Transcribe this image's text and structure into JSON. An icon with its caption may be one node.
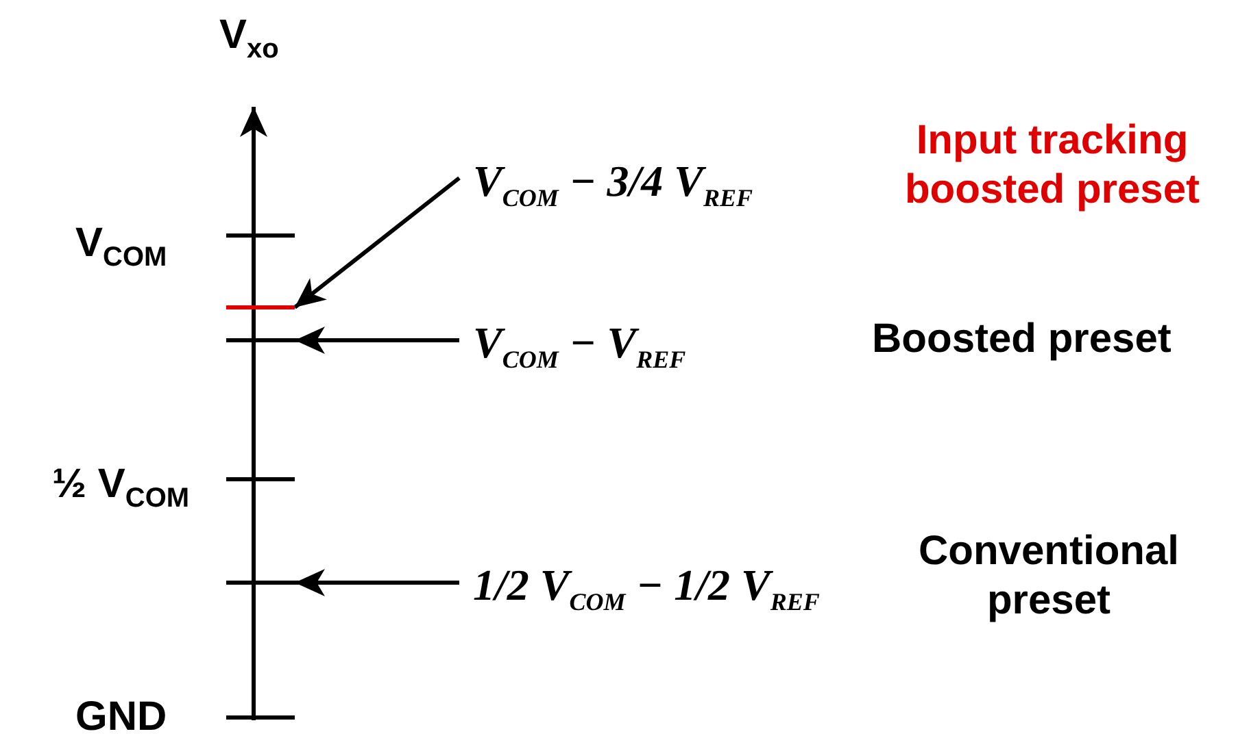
{
  "diagram": {
    "nodes": [
      {
        "text": [
          "V$_{COM}$ − 3/4 V$_{REF}$"
        ]
      },
      {
        "text": [],
        "shape": "bar"
      },
      {
        "text": [
          "V$_{COM}$ − V$_{REF}$"
        ]
      },
      {
        "text": [],
        "shape": "bar"
      },
      {
        "text": [
          "1/2 V$_{COM}$ − 1/2 V$_{REF}$"
        ]
      },
      {
        "text": [],
        "shape": "bar"
      }
    ],
    "edges": [
      {
        "from": 0,
        "to": 1,
        "arrow": "to"
      },
      {
        "from": 2,
        "to": 3,
        "arrow": "to"
      },
      {
        "from": 4,
        "to": 5,
        "arrow": "to"
      }
    ],
    "labels": [
      "V$_{xo}$",
      "Input tracking boosted preset",
      "V$_{COM}$",
      "Boosted preset",
      "½ V$_{COM}$",
      "Conventional preset",
      "GND"
    ]
  }
}
